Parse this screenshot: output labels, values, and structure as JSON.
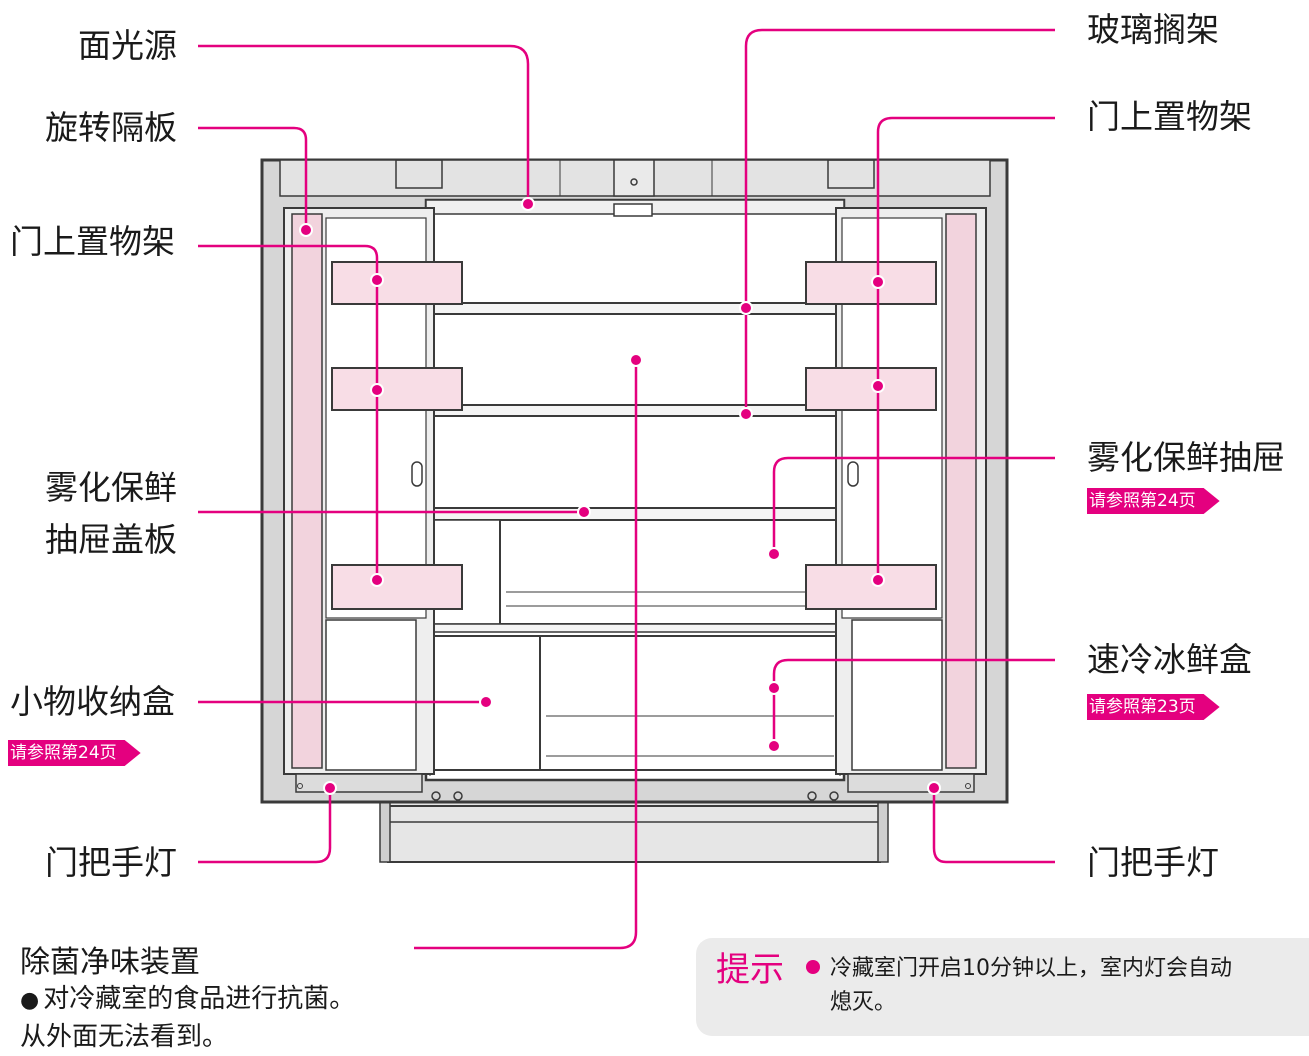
{
  "colors": {
    "accent": "#e4007f",
    "shelf_fill": "#f8dde6",
    "door_fill": "#f2d3dd",
    "frame": "#3a3a3a",
    "tip_bg": "#ebebeb"
  },
  "labels": {
    "surface_light": "面光源",
    "rotating_partition": "旋转隔板",
    "door_shelf_left": "门上置物架",
    "mist_cover_line1": "雾化保鲜",
    "mist_cover_line2": "抽屉盖板",
    "small_storage": "小物收纳盒",
    "door_light_left": "门把手灯",
    "glass_shelf": "玻璃搁架",
    "door_shelf_right": "门上置物架",
    "mist_drawer": "雾化保鲜抽屉",
    "quick_chill_box": "速冷冰鲜盒",
    "door_light_right": "门把手灯"
  },
  "refs": {
    "small_storage": "请参照第24页",
    "mist_drawer": "请参照第24页",
    "quick_chill_box": "请参照第23页"
  },
  "deodorizer": {
    "title": "除菌净味装置",
    "line1": "对冷藏室的食品进行抗菌。",
    "line2": "从外面无法看到。"
  },
  "tip": {
    "title": "提示",
    "line1": "冷藏室门开启10分钟以上，室内灯会自动",
    "line2": "熄灭。"
  }
}
